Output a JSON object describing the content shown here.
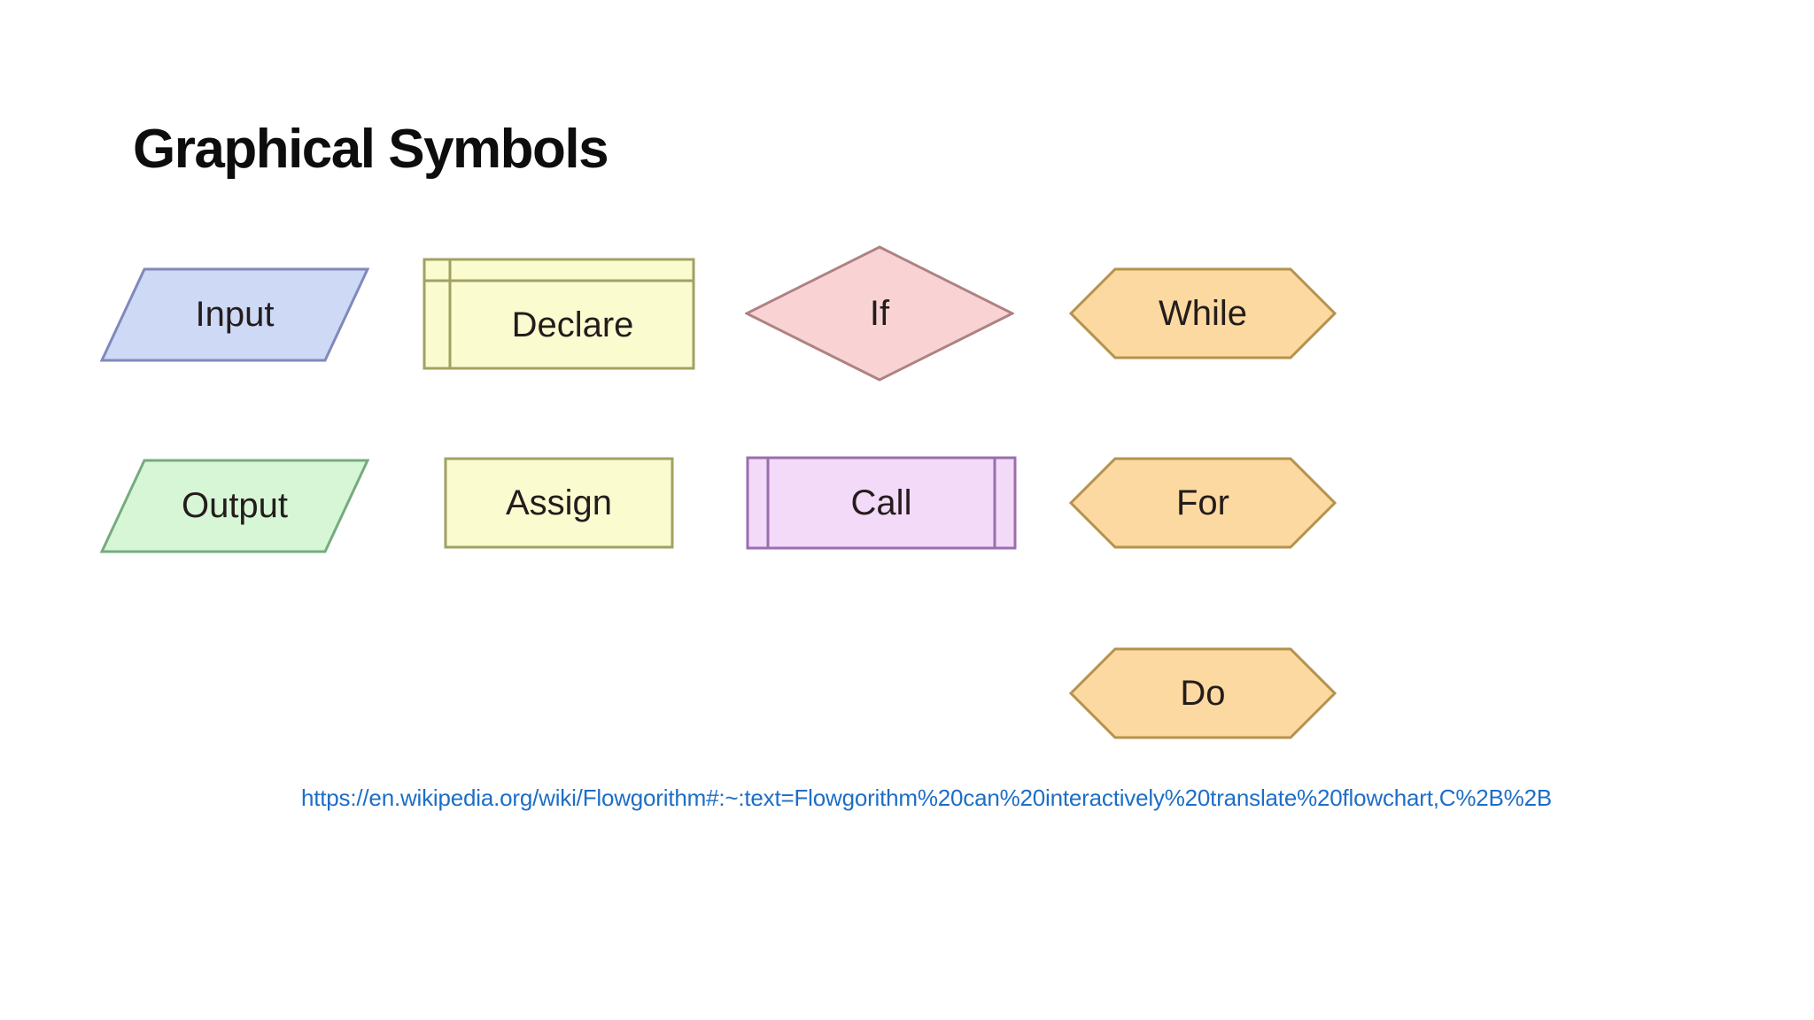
{
  "slide": {
    "title": "Graphical Symbols",
    "background_color": "#ffffff",
    "source_link": {
      "text": "https://en.wikipedia.org/wiki/Flowgorithm#:~:text=Flowgorithm%20can%20interactively%20translate%20flowchart,C%2B%2B",
      "color": "#1d6ec6"
    }
  },
  "symbols": {
    "input": {
      "label": "Input",
      "shape": "parallelogram",
      "fill": "#cdd9f5",
      "stroke": "#8089bb"
    },
    "declare": {
      "label": "Declare",
      "shape": "table-rectangle",
      "fill": "#fbfbd0",
      "stroke": "#a1a163"
    },
    "if": {
      "label": "If",
      "shape": "diamond",
      "fill": "#f9d3d3",
      "stroke": "#ae8282"
    },
    "while": {
      "label": "While",
      "shape": "hexagon",
      "fill": "#fbd9a0",
      "stroke": "#b5924d"
    },
    "output": {
      "label": "Output",
      "shape": "parallelogram",
      "fill": "#d6f6d6",
      "stroke": "#76ab7e"
    },
    "assign": {
      "label": "Assign",
      "shape": "rectangle",
      "fill": "#fbfbd0",
      "stroke": "#a1a163"
    },
    "call": {
      "label": "Call",
      "shape": "predefined-process",
      "fill": "#f3daf8",
      "stroke": "#9b6fae"
    },
    "for": {
      "label": "For",
      "shape": "hexagon",
      "fill": "#fbd9a0",
      "stroke": "#b5924d"
    },
    "do": {
      "label": "Do",
      "shape": "hexagon",
      "fill": "#fbd9a0",
      "stroke": "#b5924d"
    }
  }
}
